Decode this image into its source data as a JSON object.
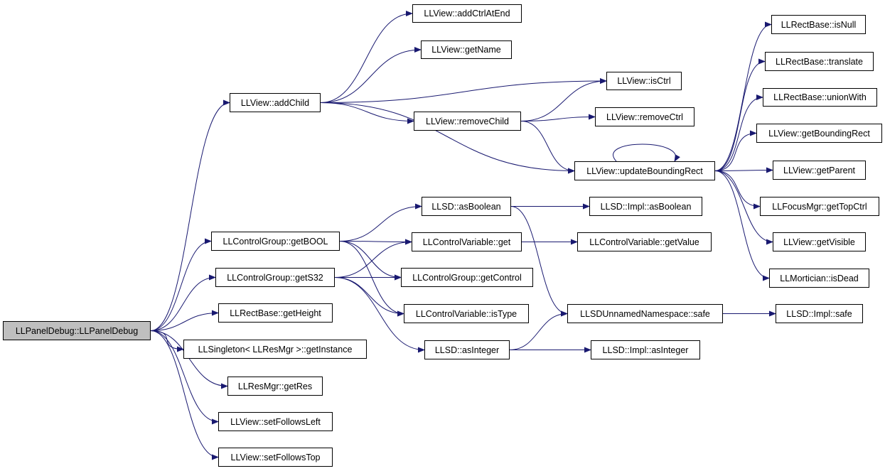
{
  "graph": {
    "nodes": [
      {
        "id": "root",
        "label": "LLPanelDebug::LLPanelDebug",
        "root": true
      },
      {
        "id": "addCtrlAtEnd",
        "label": "LLView::addCtrlAtEnd"
      },
      {
        "id": "getName",
        "label": "LLView::getName"
      },
      {
        "id": "isCtrl",
        "label": "LLView::isCtrl"
      },
      {
        "id": "addChild",
        "label": "LLView::addChild"
      },
      {
        "id": "removeChild",
        "label": "LLView::removeChild"
      },
      {
        "id": "removeCtrl",
        "label": "LLView::removeCtrl"
      },
      {
        "id": "updateBoundingRect",
        "label": "LLView::updateBoundingRect"
      },
      {
        "id": "isNull",
        "label": "LLRectBase::isNull"
      },
      {
        "id": "translate",
        "label": "LLRectBase::translate"
      },
      {
        "id": "unionWith",
        "label": "LLRectBase::unionWith"
      },
      {
        "id": "getBoundingRect",
        "label": "LLView::getBoundingRect"
      },
      {
        "id": "getParent",
        "label": "LLView::getParent"
      },
      {
        "id": "getTopCtrl",
        "label": "LLFocusMgr::getTopCtrl"
      },
      {
        "id": "getVisible",
        "label": "LLView::getVisible"
      },
      {
        "id": "isDead",
        "label": "LLMortician::isDead"
      },
      {
        "id": "asBoolean",
        "label": "LLSD::asBoolean"
      },
      {
        "id": "implAsBoolean",
        "label": "LLSD::Impl::asBoolean"
      },
      {
        "id": "getBOOL",
        "label": "LLControlGroup::getBOOL"
      },
      {
        "id": "cvGet",
        "label": "LLControlVariable::get"
      },
      {
        "id": "getValue",
        "label": "LLControlVariable::getValue"
      },
      {
        "id": "getS32",
        "label": "LLControlGroup::getS32"
      },
      {
        "id": "getControl",
        "label": "LLControlGroup::getControl"
      },
      {
        "id": "getHeight",
        "label": "LLRectBase::getHeight"
      },
      {
        "id": "isType",
        "label": "LLControlVariable::isType"
      },
      {
        "id": "safe",
        "label": "LLSDUnnamedNamespace::safe"
      },
      {
        "id": "implSafe",
        "label": "LLSD::Impl::safe"
      },
      {
        "id": "getInstance",
        "label": "LLSingleton< LLResMgr >::getInstance"
      },
      {
        "id": "asInteger",
        "label": "LLSD::asInteger"
      },
      {
        "id": "implAsInteger",
        "label": "LLSD::Impl::asInteger"
      },
      {
        "id": "getRes",
        "label": "LLResMgr::getRes"
      },
      {
        "id": "setFollowsLeft",
        "label": "LLView::setFollowsLeft"
      },
      {
        "id": "setFollowsTop",
        "label": "LLView::setFollowsTop"
      }
    ],
    "edges": [
      [
        "root",
        "addChild"
      ],
      [
        "root",
        "getBOOL"
      ],
      [
        "root",
        "getS32"
      ],
      [
        "root",
        "getHeight"
      ],
      [
        "root",
        "getInstance"
      ],
      [
        "root",
        "getRes"
      ],
      [
        "root",
        "setFollowsLeft"
      ],
      [
        "root",
        "setFollowsTop"
      ],
      [
        "addChild",
        "addCtrlAtEnd"
      ],
      [
        "addChild",
        "getName"
      ],
      [
        "addChild",
        "isCtrl"
      ],
      [
        "addChild",
        "removeChild"
      ],
      [
        "addChild",
        "updateBoundingRect"
      ],
      [
        "removeChild",
        "isCtrl"
      ],
      [
        "removeChild",
        "removeCtrl"
      ],
      [
        "removeChild",
        "updateBoundingRect"
      ],
      [
        "updateBoundingRect",
        "updateBoundingRect"
      ],
      [
        "updateBoundingRect",
        "isNull"
      ],
      [
        "updateBoundingRect",
        "translate"
      ],
      [
        "updateBoundingRect",
        "unionWith"
      ],
      [
        "updateBoundingRect",
        "getBoundingRect"
      ],
      [
        "updateBoundingRect",
        "getParent"
      ],
      [
        "updateBoundingRect",
        "getTopCtrl"
      ],
      [
        "updateBoundingRect",
        "getVisible"
      ],
      [
        "updateBoundingRect",
        "isDead"
      ],
      [
        "getBOOL",
        "asBoolean"
      ],
      [
        "getBOOL",
        "cvGet"
      ],
      [
        "getBOOL",
        "getControl"
      ],
      [
        "getBOOL",
        "isType"
      ],
      [
        "getS32",
        "cvGet"
      ],
      [
        "getS32",
        "getControl"
      ],
      [
        "getS32",
        "isType"
      ],
      [
        "getS32",
        "asInteger"
      ],
      [
        "asBoolean",
        "implAsBoolean"
      ],
      [
        "asBoolean",
        "safe"
      ],
      [
        "cvGet",
        "getValue"
      ],
      [
        "asInteger",
        "safe"
      ],
      [
        "asInteger",
        "implAsInteger"
      ],
      [
        "safe",
        "implSafe"
      ]
    ],
    "colors": {
      "edge": "#191970",
      "node_border": "#000000",
      "root_fill": "#bfbfbf"
    }
  }
}
